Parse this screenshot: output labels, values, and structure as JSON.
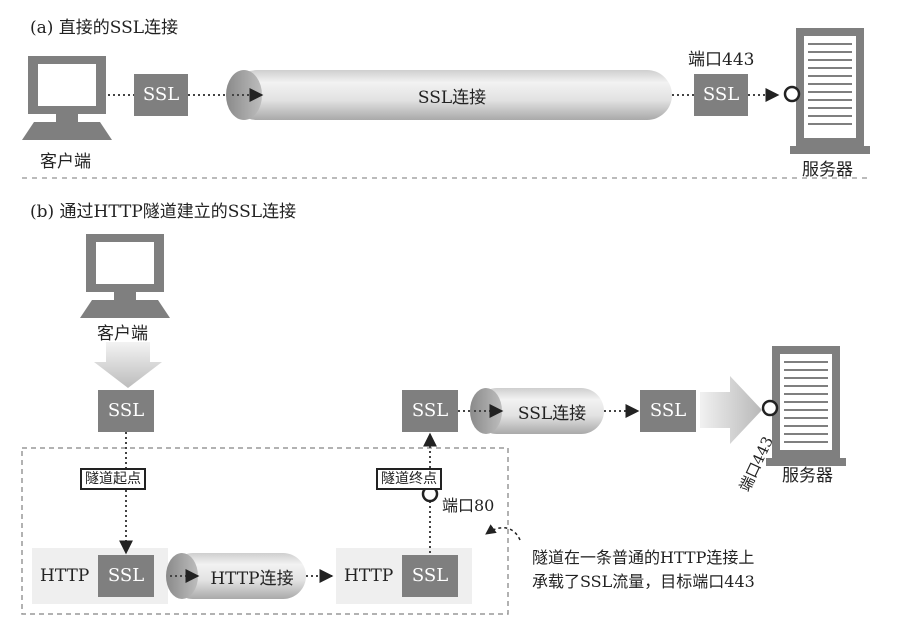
{
  "panel_a": {
    "title": "(a)  直接的SSL连接",
    "client_label": "客户端",
    "server_label": "服务器",
    "ssl_client": "SSL",
    "ssl_server": "SSL",
    "connection_label": "SSL连接",
    "port_label": "端口443"
  },
  "panel_b": {
    "title": "(b)  通过HTTP隧道建立的SSL连接",
    "client_label": "客户端",
    "server_label": "服务器",
    "ssl_client": "SSL",
    "tunnel_start": "隧道起点",
    "tunnel_end": "隧道终点",
    "port80_label": "端口80",
    "port443_label": "端口443",
    "http_left": "HTTP",
    "ssl_left": "SSL",
    "http_connection_label": "HTTP连接",
    "http_right": "HTTP",
    "ssl_right": "SSL",
    "ssl_upper": "SSL",
    "ssl_connection_label": "SSL连接",
    "ssl_near_server": "SSL",
    "note_line1": "隧道在一条普通的HTTP连接上",
    "note_line2": "承载了SSL流量，目标端口443"
  },
  "colors": {
    "ssl_box": "#7f7f7f",
    "device": "#7f7f7f",
    "arrow_gray": "#c8c8c8",
    "region": "#f0f0f0"
  },
  "icons": [
    "computer-icon",
    "server-icon",
    "port-circle-icon",
    "arrow-icon"
  ]
}
